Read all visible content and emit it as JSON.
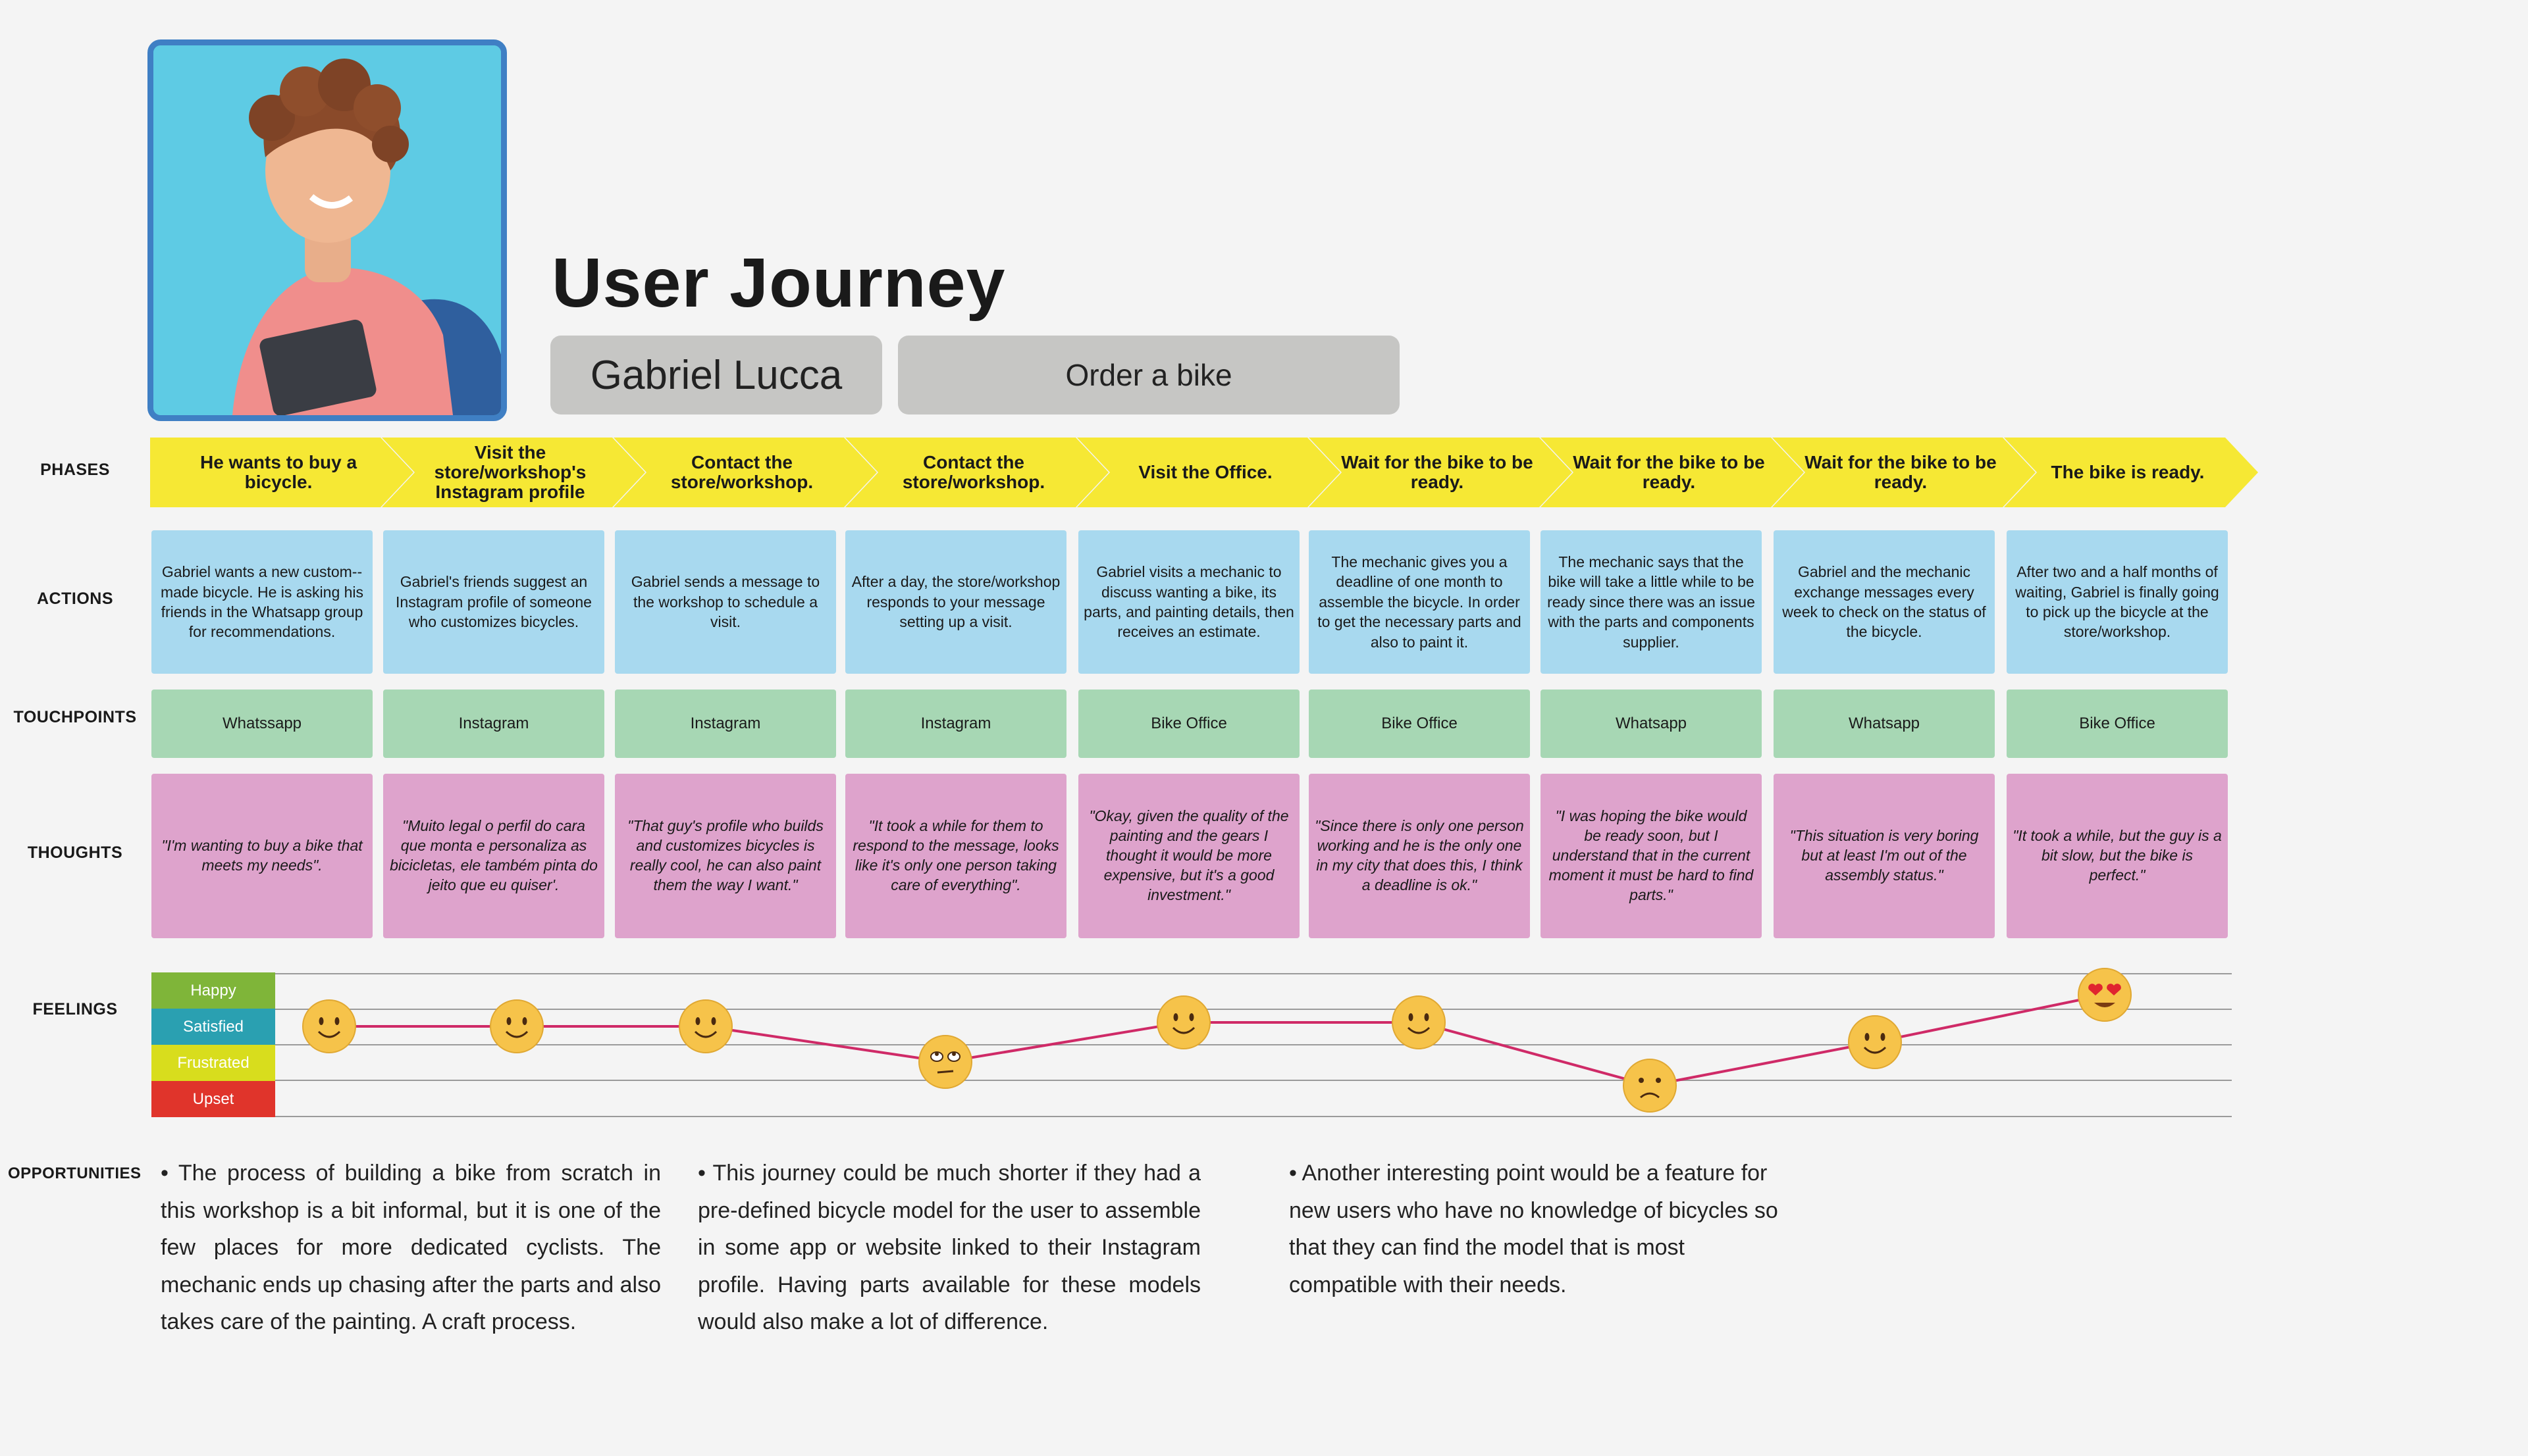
{
  "title": "User Journey",
  "persona": {
    "name": "Gabriel Lucca",
    "goal": "Order a bike"
  },
  "row_labels": {
    "phases": "PHASES",
    "actions": "ACTIONS",
    "touchpoints": "TOUCHPOINTS",
    "thoughts": "THOUGHTS",
    "feelings": "FEELINGS",
    "opportunities": "OPPORTUNITIES"
  },
  "phases": [
    "He wants to buy a bicycle.",
    "Visit the store/workshop's Instagram profile",
    "Contact the store/workshop.",
    "Contact the store/workshop.",
    "Visit the Office.",
    "Wait for the bike to be ready.",
    "Wait for the bike to be ready.",
    "Wait for the bike to be ready.",
    "The bike is ready."
  ],
  "actions": [
    "Gabriel wants a new custom--made bicycle. He is asking his friends in the Whatsapp group for recommendations.",
    "Gabriel's friends suggest an Instagram profile of someone who customizes bicycles.",
    "Gabriel sends a message to the workshop to schedule a visit.",
    "After a day, the store/workshop responds to your message setting up a visit.",
    "Gabriel visits a mechanic to discuss wanting a bike, its parts, and painting details, then receives an estimate.",
    "The mechanic gives you a deadline of one month to assemble the bicycle. In order to get the necessary parts and also to paint it.",
    "The mechanic says that the bike will take a little while to be ready since there was an issue with the parts and components supplier.",
    "Gabriel and the mechanic exchange messages every week to check on the status of the bicycle.",
    "After two and a half months of waiting, Gabriel is finally going to pick up the bicycle at the store/workshop."
  ],
  "touchpoints": [
    "Whatssapp",
    "Instagram",
    "Instagram",
    "Instagram",
    "Bike Office",
    "Bike Office",
    "Whatsapp",
    "Whatsapp",
    "Bike Office"
  ],
  "thoughts": [
    "\"I'm wanting to buy a bike that meets my needs\".",
    "\"Muito legal o perfil do cara que monta e personaliza as bicicletas, ele também pinta do jeito que eu quiser'.",
    "\"That guy's profile who builds and customizes bicycles is really cool, he can also paint them the way I want.\"",
    "\"It took a while for them to respond to the message, looks like it's only one person taking care of everything\".",
    "\"Okay, given the quality of the painting and the gears I thought it would be more expensive, but it's a good investment.\"",
    "\"Since there is only one person working and he is the only one in my city that does this, I think a deadline is ok.\"",
    "\"I was hoping the bike would be ready soon, but I understand that in the current moment it must be hard to find parts.\"",
    "\"This situation is very boring but at least I'm out of the assembly status.\"",
    "\"It took a while, but the guy is a bit slow, but the bike is perfect.\""
  ],
  "feeling_scale": [
    {
      "label": "Happy",
      "color": "#7fb539"
    },
    {
      "label": "Satisfied",
      "color": "#2aa0b1"
    },
    {
      "label": "Frustrated",
      "color": "#d8dd1d"
    },
    {
      "label": "Upset",
      "color": "#e0342b"
    }
  ],
  "feelings": {
    "values": [
      2.0,
      2.0,
      2.0,
      1.1,
      2.1,
      2.1,
      0.5,
      1.6,
      2.8
    ],
    "emotions": [
      "smile",
      "smile",
      "smile",
      "eye-roll",
      "smile",
      "smile",
      "sad",
      "smile",
      "heart-eyes"
    ],
    "line_color": "#cf2a67",
    "face_color": "#f6c34a"
  },
  "opportunities": [
    "• The process of building a bike from scratch in this workshop is a bit informal, but it is one of the few places for more dedicated cyclists. The mechanic ends up chasing after the parts and also takes care of the painting. A craft process.",
    "• This journey could be much shorter if they had a pre-defined bicycle model for the user to assemble in some app or website linked to their Instagram profile.  Having parts available for these models would also make a lot of difference.",
    "• Another interesting point would be a feature for new users who have no knowledge of bicycles so that they can find the model that is most compatible with their needs."
  ]
}
